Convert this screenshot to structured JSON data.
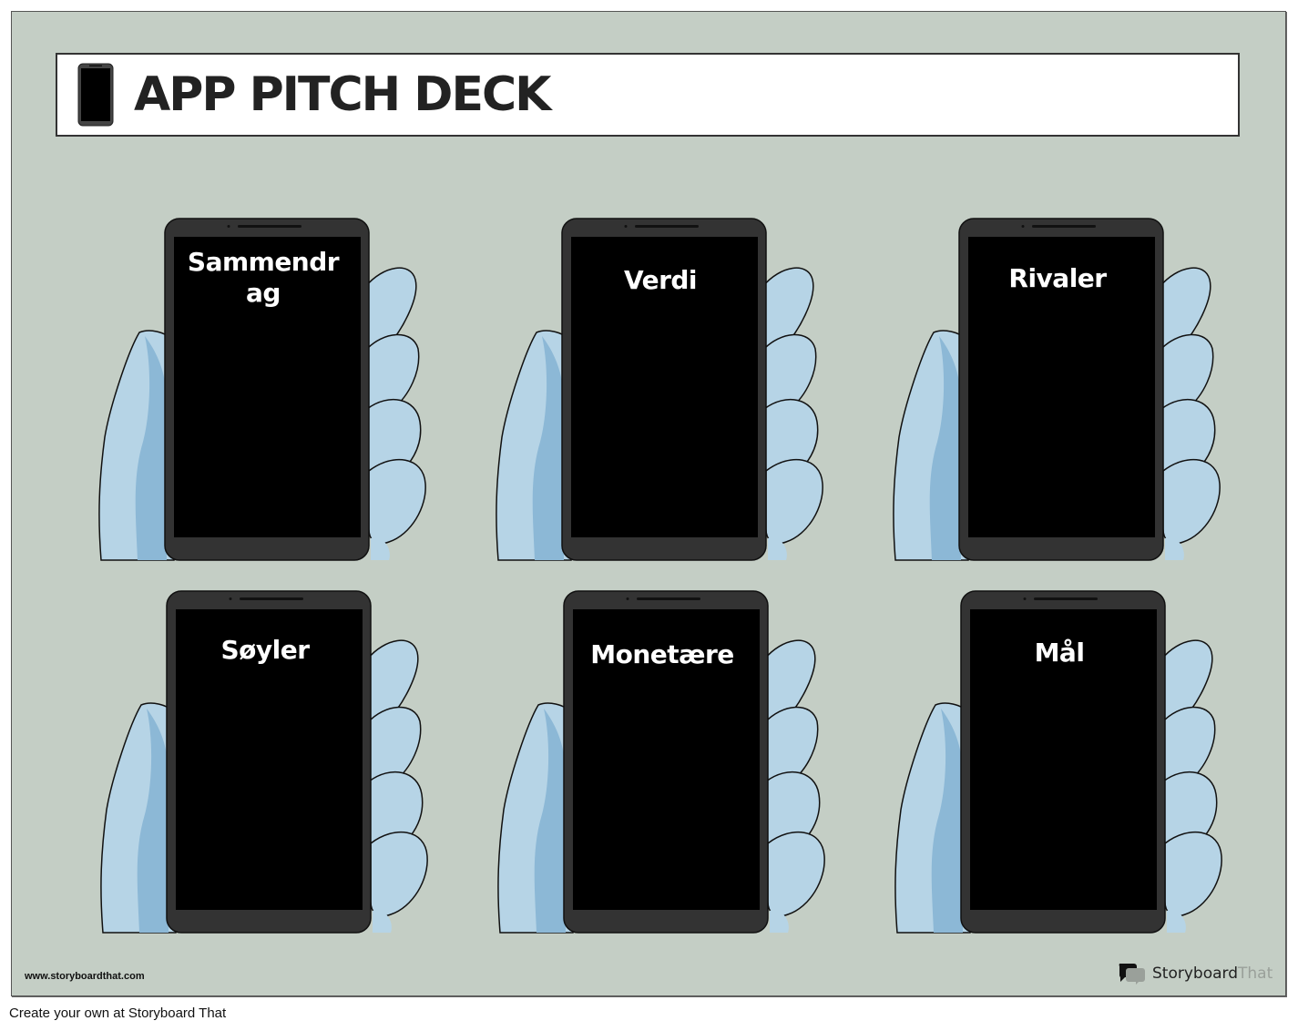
{
  "header": {
    "title": "APP PITCH DECK",
    "icon": "smartphone-icon"
  },
  "cards": [
    {
      "label": "Sammendr ag"
    },
    {
      "label": "Verdi"
    },
    {
      "label": "Rivaler"
    },
    {
      "label": "Søyler"
    },
    {
      "label": "Monetære"
    },
    {
      "label": "Mål"
    }
  ],
  "footer": {
    "url": "www.storyboardthat.com",
    "brand_main": "Storyboard",
    "brand_light": "That",
    "caption": "Create your own at Storyboard That"
  },
  "colors": {
    "background": "#c4cec5",
    "phone_body": "#333333",
    "screen": "#000000",
    "hand": "#b6d4e6",
    "hand_shadow": "#8cb8d6"
  }
}
